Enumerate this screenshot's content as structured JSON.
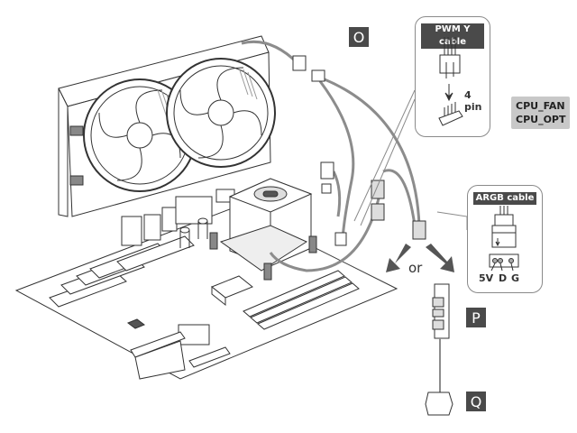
{
  "figure": {
    "description": "AIO liquid cooler installation: connecting PWM Y cable and ARGB cable to motherboard",
    "labels": {
      "step_o": "O",
      "step_p": "P",
      "step_q": "Q",
      "or": "or"
    },
    "pwm_callout": {
      "title": "PWM Y cable",
      "pin_label": "4 pin"
    },
    "header_badge": {
      "line1": "CPU_FAN",
      "line2": "CPU_OPT"
    },
    "argb_callout": {
      "title": "ARGB cable",
      "pins": [
        "5V",
        "D",
        "G"
      ]
    },
    "colors": {
      "tag_bg": "#4a4a4a",
      "badge_bg": "#c8c8c8",
      "cable": "#8c8c8c",
      "line": "#333333"
    }
  }
}
